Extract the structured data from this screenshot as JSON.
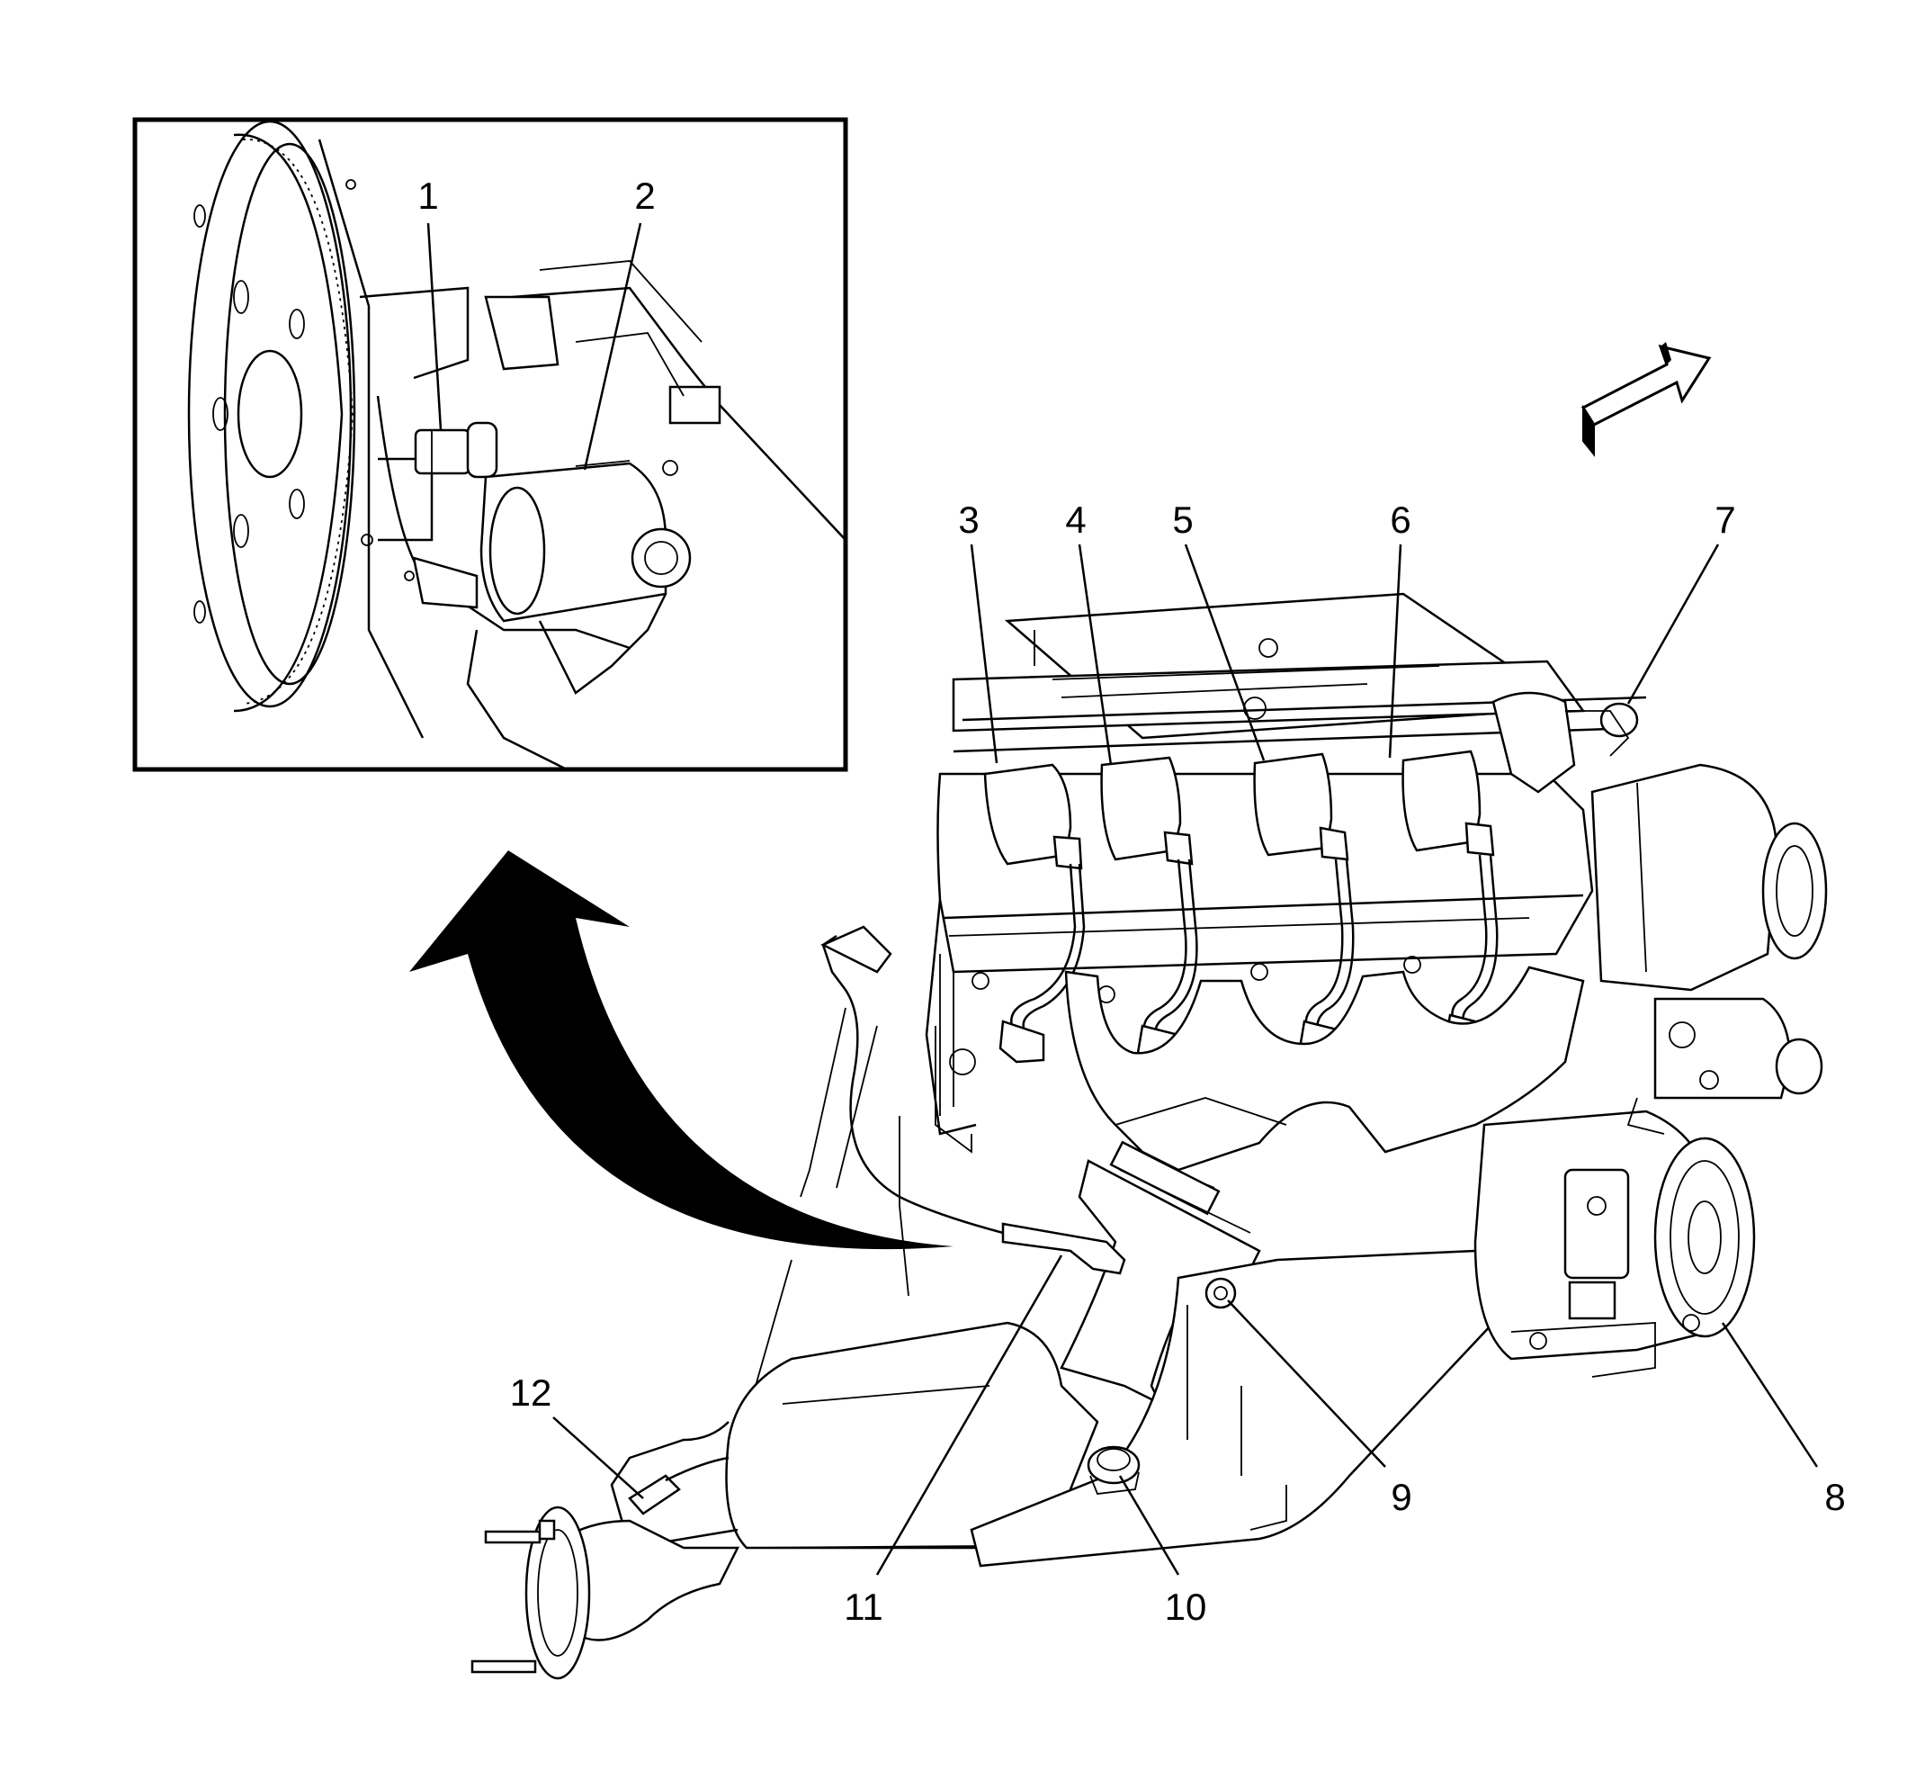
{
  "callouts": [
    {
      "id": "1",
      "label": "1"
    },
    {
      "id": "2",
      "label": "2"
    },
    {
      "id": "3",
      "label": "3"
    },
    {
      "id": "4",
      "label": "4"
    },
    {
      "id": "5",
      "label": "5"
    },
    {
      "id": "6",
      "label": "6"
    },
    {
      "id": "7",
      "label": "7"
    },
    {
      "id": "8",
      "label": "8"
    },
    {
      "id": "9",
      "label": "9"
    },
    {
      "id": "10",
      "label": "10"
    },
    {
      "id": "11",
      "label": "11"
    },
    {
      "id": "12",
      "label": "12"
    }
  ],
  "colors": {
    "ink": "#000000",
    "paper": "#ffffff"
  },
  "icons": {
    "front_arrow": "vehicle-front-arrow-icon",
    "view_arrow": "detail-view-arrow-icon"
  }
}
